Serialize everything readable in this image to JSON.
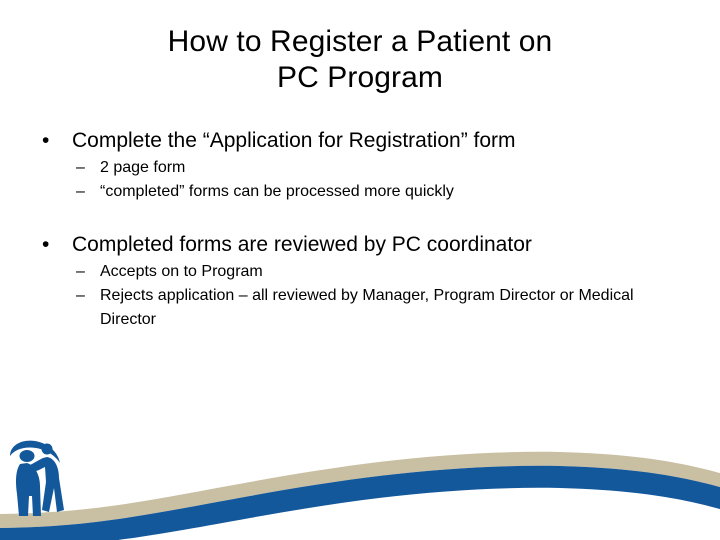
{
  "slide": {
    "title_lines": [
      "How to Register a Patient on",
      "PC Program"
    ],
    "content_groups": [
      {
        "bullet": "Complete the “Application for Registration” form",
        "bullet_marker": "•",
        "sub_marker": "–",
        "sub_bullets": [
          "2 page form",
          "“completed” forms can be processed more quickly"
        ]
      },
      {
        "bullet": "Completed forms are reviewed by PC coordinator",
        "bullet_marker": "•",
        "sub_marker": "–",
        "sub_bullets": [
          "Accepts on to Program",
          "Rejects application – all reviewed by Manager, Program Director or Medical Director"
        ]
      }
    ],
    "decoration": {
      "wave_tan_color": "#C9BFA3",
      "wave_blue_color": "#14589C",
      "logo_color": "#14589C",
      "background_color": "#FFFFFF",
      "text_color": "#000000"
    }
  }
}
